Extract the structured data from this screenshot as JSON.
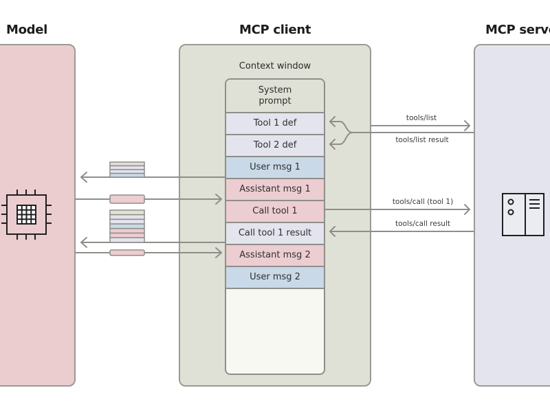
{
  "headings": {
    "model": "Model",
    "client": "MCP client",
    "server": "MCP server"
  },
  "context_window": {
    "title": "Context window",
    "slots": [
      {
        "label": "System prompt",
        "kind": "system"
      },
      {
        "label": "Tool 1 def",
        "kind": "tool"
      },
      {
        "label": "Tool 2 def",
        "kind": "tool"
      },
      {
        "label": "User msg 1",
        "kind": "user"
      },
      {
        "label": "Assistant msg 1",
        "kind": "assistant"
      },
      {
        "label": "Call tool 1",
        "kind": "assistant"
      },
      {
        "label": "Call tool 1 result",
        "kind": "tool"
      },
      {
        "label": "Assistant msg 2",
        "kind": "assistant"
      },
      {
        "label": "User msg 2",
        "kind": "user"
      }
    ]
  },
  "server_messages": {
    "tools_list": "tools/list",
    "tools_list_result": "tools/list result",
    "tools_call": "tools/call (tool 1)",
    "tools_call_result": "tools/call result"
  },
  "icons": {
    "model": "chip-icon",
    "server": "server-icon"
  },
  "colors": {
    "model_panel": "#ebcdcf",
    "client_panel": "#dfe1d6",
    "server_panel": "#e4e4ee",
    "system": "#dfe1d6",
    "tool": "#e4e4ee",
    "user": "#c9d9e8",
    "assistant": "#eccdd1",
    "empty": "#f8f8f3",
    "line": "#8e8e88"
  }
}
